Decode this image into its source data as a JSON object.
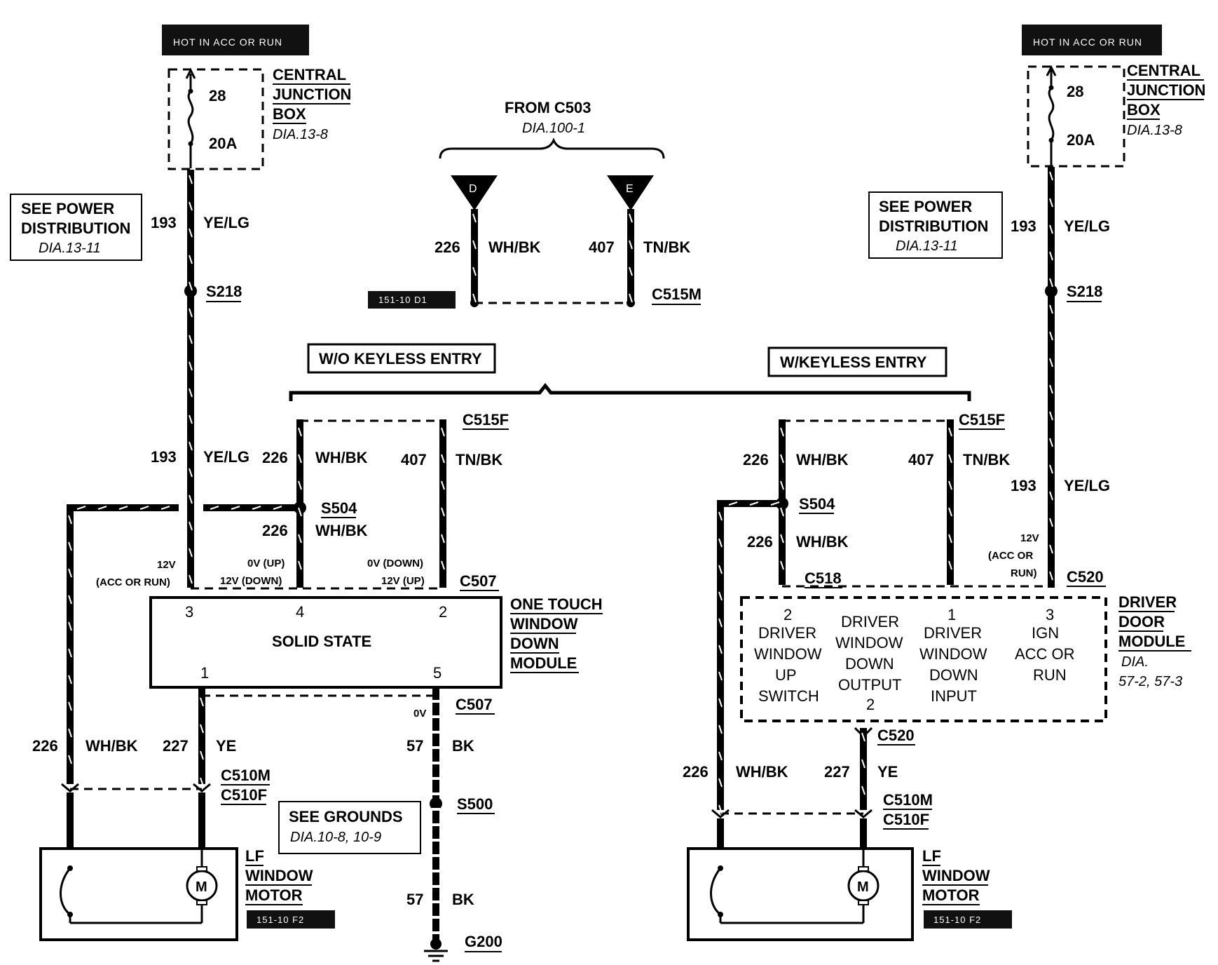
{
  "left": {
    "hot_label": "HOT IN ACC OR RUN",
    "fuse_num": "28",
    "fuse_amp": "20A",
    "cjb": [
      "CENTRAL",
      "JUNCTION",
      "BOX"
    ],
    "cjb_dia": "DIA.13-8",
    "see_power": [
      "SEE POWER",
      "DISTRIBUTION"
    ],
    "see_power_dia": "DIA.13-11",
    "w193_num": "193",
    "w193_color": "YE/LG",
    "s218": "S218",
    "s504": "S504",
    "w226_num": "226",
    "w226_color": "WH/BK",
    "w407_num": "407",
    "w407_color": "TN/BK",
    "c515f": "C515F",
    "c507": "C507",
    "v_12acc": [
      "12V",
      "(ACC OR RUN)"
    ],
    "v_pin4": [
      "0V (UP)",
      "12V (DOWN)"
    ],
    "v_pin2": [
      "0V (DOWN)",
      "12V (UP)"
    ],
    "pin3": "3",
    "pin4": "4",
    "pin2": "2",
    "pin1": "1",
    "pin5": "5",
    "module_text": "SOLID STATE",
    "module_name": [
      "ONE TOUCH",
      "WINDOW",
      "DOWN",
      "MODULE"
    ],
    "v_0v": "0V",
    "w227_num": "227",
    "w227_color": "YE",
    "w57_num": "57",
    "w57_color": "BK",
    "s500": "S500",
    "g200": "G200",
    "see_grounds": "SEE GROUNDS",
    "see_grounds_dia": "DIA.10-8, 10-9",
    "c510m": "C510M",
    "c510f": "C510F",
    "motor_name": [
      "LF",
      "WINDOW",
      "MOTOR"
    ],
    "motor_symbol": "M",
    "tag_f2": "151-10 F2"
  },
  "center": {
    "from": "FROM C503",
    "from_dia": "DIA.100-1",
    "conn_d": "D",
    "conn_e": "E",
    "w226_num": "226",
    "w226_color": "WH/BK",
    "w407_num": "407",
    "w407_color": "TN/BK",
    "c515m": "C515M",
    "tag_d1": "151-10 D1",
    "wo_keyless": "W/O KEYLESS ENTRY",
    "w_keyless": "W/KEYLESS ENTRY"
  },
  "right": {
    "hot_label": "HOT IN ACC OR RUN",
    "fuse_num": "28",
    "fuse_amp": "20A",
    "cjb": [
      "CENTRAL",
      "JUNCTION",
      "BOX"
    ],
    "cjb_dia": "DIA.13-8",
    "see_power": [
      "SEE POWER",
      "DISTRIBUTION"
    ],
    "see_power_dia": "DIA.13-11",
    "w193_num": "193",
    "w193_color": "YE/LG",
    "s218": "S218",
    "c515f": "C515F",
    "w226_num": "226",
    "w226_color": "WH/BK",
    "w407_num": "407",
    "w407_color": "TN/BK",
    "s504": "S504",
    "c518": "C518",
    "c520": "C520",
    "v_12acc": [
      "12V",
      "(ACC OR",
      "RUN)"
    ],
    "ddm_pins": [
      {
        "num": "2",
        "lines": [
          "DRIVER",
          "WINDOW",
          "UP",
          "SWITCH"
        ]
      },
      {
        "num": "",
        "lines": [
          "DRIVER",
          "WINDOW",
          "DOWN",
          "OUTPUT",
          "2"
        ]
      },
      {
        "num": "1",
        "lines": [
          "DRIVER",
          "WINDOW",
          "DOWN",
          "INPUT"
        ]
      },
      {
        "num": "3",
        "lines": [
          "IGN",
          "ACC OR",
          "RUN"
        ]
      }
    ],
    "ddm_name": [
      "DRIVER",
      "DOOR",
      "MODULE"
    ],
    "ddm_dia": [
      "DIA.",
      "57-2, 57-3"
    ],
    "w227_num": "227",
    "w227_color": "YE",
    "c510m": "C510M",
    "c510f": "C510F",
    "motor_name": [
      "LF",
      "WINDOW",
      "MOTOR"
    ],
    "motor_symbol": "M",
    "tag_f2": "151-10 F2"
  }
}
